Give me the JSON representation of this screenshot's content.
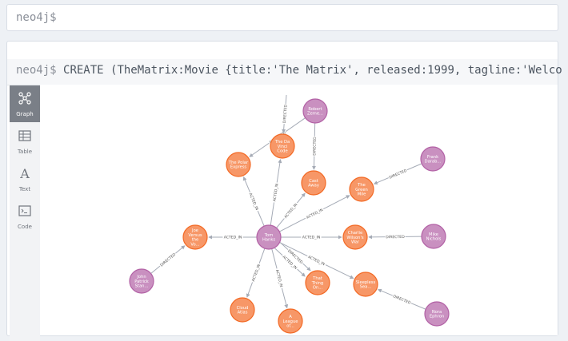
{
  "editor": {
    "prompt": "neo4j$"
  },
  "frame": {
    "prompt": "neo4j$",
    "command": "CREATE (TheMatrix:Movie {title:'The Matrix', released:1999, tagline:'Welco"
  },
  "sidebar": {
    "tabs": [
      {
        "label": "Graph",
        "icon": "graph-icon",
        "active": true
      },
      {
        "label": "Table",
        "icon": "table-icon",
        "active": false
      },
      {
        "label": "Text",
        "icon": "text-icon",
        "active": false
      },
      {
        "label": "Code",
        "icon": "code-icon",
        "active": false
      }
    ]
  },
  "colors": {
    "movie_fill": "#f79767",
    "person_fill": "#c990c0",
    "edge": "#a5abb6",
    "active_tab": "#7a7f87"
  },
  "graph": {
    "nodes": [
      {
        "id": "tom",
        "type": "person",
        "lines": [
          "Tom",
          "Hanks"
        ]
      },
      {
        "id": "robert",
        "type": "person",
        "lines": [
          "Robert",
          "Zeme..."
        ]
      },
      {
        "id": "frank",
        "type": "person",
        "lines": [
          "Frank",
          "Darab..."
        ]
      },
      {
        "id": "mike",
        "type": "person",
        "lines": [
          "Mike",
          "Nichols"
        ]
      },
      {
        "id": "john",
        "type": "person",
        "lines": [
          "John",
          "Patrick",
          "Stan..."
        ]
      },
      {
        "id": "nora",
        "type": "person",
        "lines": [
          "Nora",
          "Ephron"
        ]
      },
      {
        "id": "davinci",
        "type": "movie",
        "lines": [
          "The Da",
          "Vinci",
          "Code"
        ]
      },
      {
        "id": "polar",
        "type": "movie",
        "lines": [
          "The Polar",
          "Express"
        ]
      },
      {
        "id": "castaway",
        "type": "movie",
        "lines": [
          "Cast",
          "Away"
        ]
      },
      {
        "id": "greenmile",
        "type": "movie",
        "lines": [
          "The",
          "Green",
          "Mile"
        ]
      },
      {
        "id": "charlie",
        "type": "movie",
        "lines": [
          "Charlie",
          "Wilson's",
          "War"
        ]
      },
      {
        "id": "joe",
        "type": "movie",
        "lines": [
          "Joe",
          "Versus",
          "the",
          "Vo..."
        ]
      },
      {
        "id": "thatthing",
        "type": "movie",
        "lines": [
          "That",
          "Thing",
          "On..."
        ]
      },
      {
        "id": "sleepless",
        "type": "movie",
        "lines": [
          "Sleepless",
          "Sea..."
        ]
      },
      {
        "id": "cloud",
        "type": "movie",
        "lines": [
          "Cloud",
          "Atlas"
        ]
      },
      {
        "id": "league",
        "type": "movie",
        "lines": [
          "A",
          "League",
          "of..."
        ]
      }
    ],
    "edges": [
      {
        "from": "tom",
        "to": "polar",
        "label": "ACTED_IN"
      },
      {
        "from": "tom",
        "to": "davinci",
        "label": "ACTED_IN"
      },
      {
        "from": "tom",
        "to": "castaway",
        "label": "ACTED_IN"
      },
      {
        "from": "tom",
        "to": "greenmile",
        "label": "ACTED_IN"
      },
      {
        "from": "tom",
        "to": "charlie",
        "label": "ACTED_IN"
      },
      {
        "from": "tom",
        "to": "joe",
        "label": "ACTED_IN"
      },
      {
        "from": "tom",
        "to": "thatthing",
        "label": "ACTED_IN"
      },
      {
        "from": "tom",
        "to": "thatthing",
        "label": "DIRECTED"
      },
      {
        "from": "tom",
        "to": "sleepless",
        "label": "ACTED_IN"
      },
      {
        "from": "tom",
        "to": "cloud",
        "label": "ACTED_IN"
      },
      {
        "from": "tom",
        "to": "league",
        "label": "ACTED_IN"
      },
      {
        "from": "robert",
        "to": "polar",
        "label": "DIRECTED"
      },
      {
        "from": "robert",
        "to": "castaway",
        "label": "DIRECTED"
      },
      {
        "from": "frank",
        "to": "greenmile",
        "label": "DIRECTED"
      },
      {
        "from": "mike",
        "to": "charlie",
        "label": "DIRECTED"
      },
      {
        "from": "john",
        "to": "joe",
        "label": "DIRECTED"
      },
      {
        "from": "nora",
        "to": "sleepless",
        "label": "DIRECTED"
      },
      {
        "from": "top",
        "to": "davinci",
        "label": "DIRECTED"
      }
    ]
  }
}
